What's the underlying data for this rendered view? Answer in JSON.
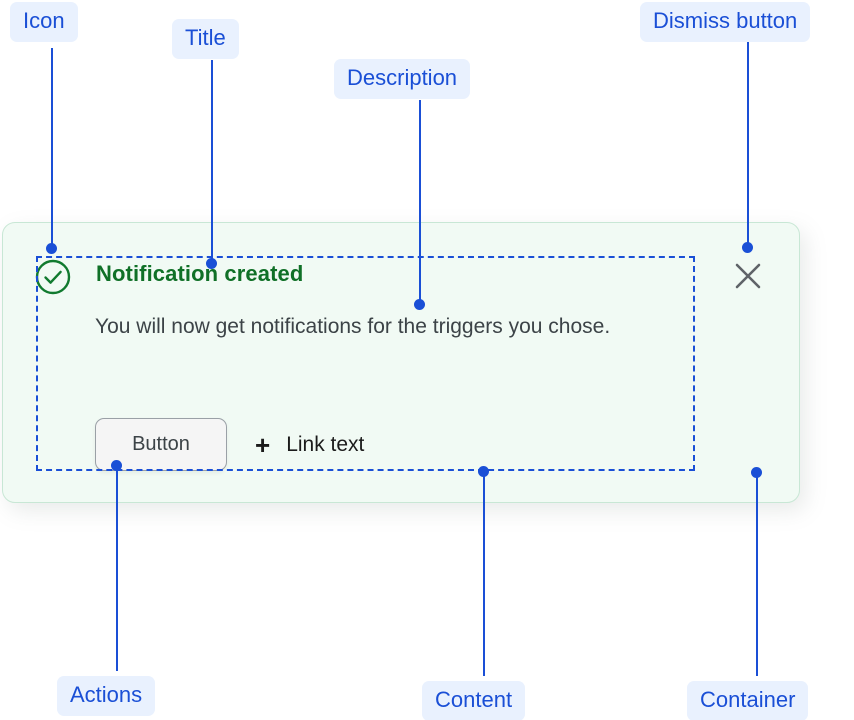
{
  "notification": {
    "icon": "check-circle-icon",
    "title": "Notification created",
    "description": "You will now get notifications for the triggers you chose.",
    "actions": {
      "button_label": "Button",
      "link_icon": "plus-icon",
      "link_label": "Link text"
    },
    "dismiss_icon": "close-icon",
    "colors": {
      "card_background": "#f1faf4",
      "card_border": "#c8e7d5",
      "title": "#107027",
      "description": "#3c4347",
      "icon": "#117a2f",
      "dismiss": "#5f6368"
    }
  },
  "annotations": {
    "accent": "#1a4fd6",
    "tag_background": "#e9f1fe",
    "labels": [
      {
        "id": "icon",
        "text": "Icon"
      },
      {
        "id": "title",
        "text": "Title"
      },
      {
        "id": "description",
        "text": "Description"
      },
      {
        "id": "dismiss",
        "text": "Dismiss button"
      },
      {
        "id": "actions",
        "text": "Actions"
      },
      {
        "id": "content",
        "text": "Content"
      },
      {
        "id": "container",
        "text": "Container"
      }
    ]
  }
}
